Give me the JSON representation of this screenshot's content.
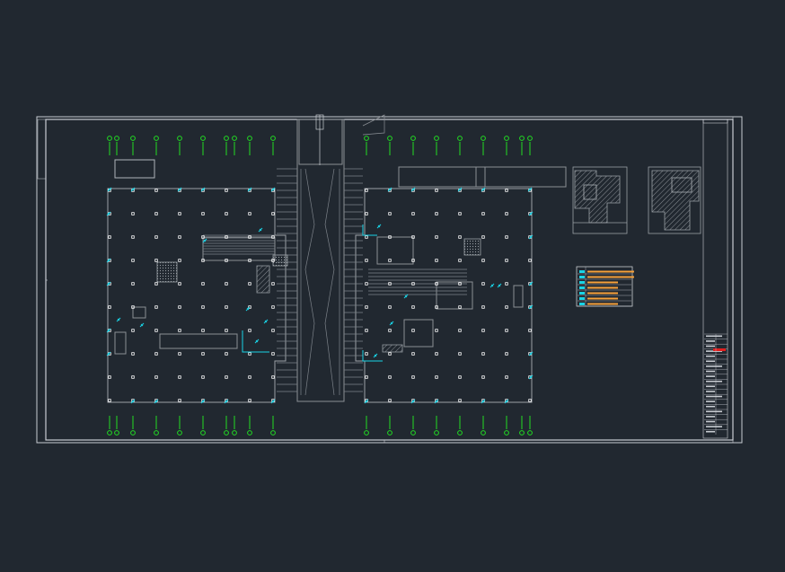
{
  "viewport": {
    "background": "#212830"
  },
  "colors": {
    "sheet_border": "#c8ccd2",
    "wall": "#9aa0a6",
    "wall_dim": "#6d737a",
    "column": "#ffffff",
    "gridline_axis": "#22dd22",
    "sprinkler": "#19d4e6",
    "hatch": "#8a8f95",
    "legend_orange": "#f7a13a",
    "titleblock_red": "#e02020"
  },
  "drawing": {
    "grid_columns_count": 19,
    "grid_rows_count": 10,
    "legend_rows": 7,
    "titleblock_rows": 20
  }
}
